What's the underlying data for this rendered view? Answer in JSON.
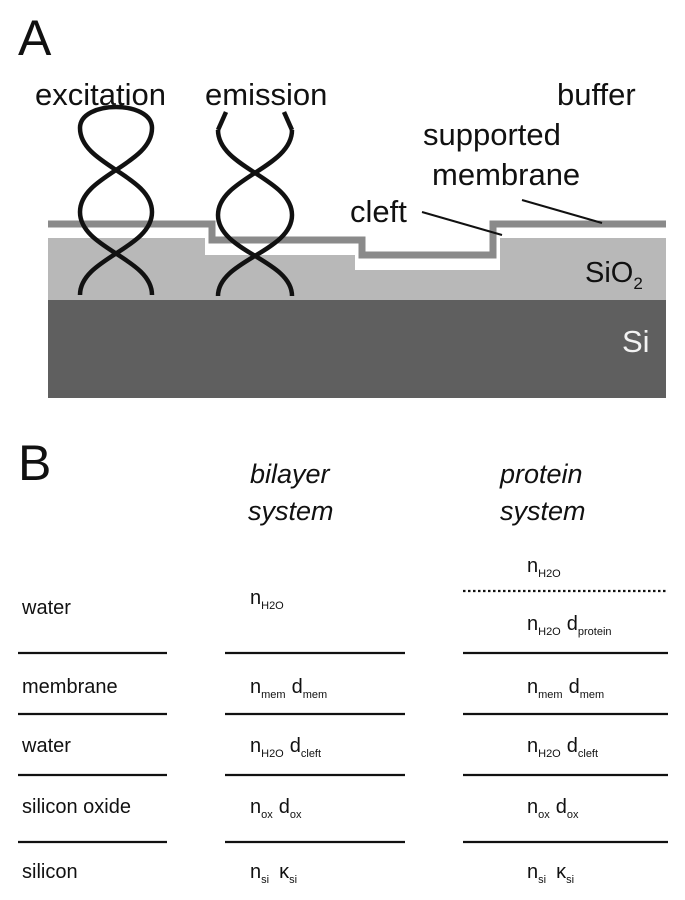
{
  "panel_a": {
    "label": "A",
    "excitation": "excitation",
    "emission": "emission",
    "buffer": "buffer",
    "supported_membrane_line1": "supported",
    "supported_membrane_line2": "membrane",
    "cleft": "cleft",
    "sio2_base": "SiO",
    "sio2_sub": "2",
    "si": "Si",
    "colors": {
      "si": "#5f5f5f",
      "sio2": "#b8b8b8",
      "membrane": "#8a8a8a",
      "cleft": "#ffffff"
    }
  },
  "panel_b": {
    "label": "B",
    "bilayer_header_line1": "bilayer",
    "bilayer_header_line2": "system",
    "protein_header_line1": "protein",
    "protein_header_line2": "system",
    "rows": {
      "water_top": "water",
      "membrane": "membrane",
      "water_cleft": "water",
      "silicon_oxide": "silicon oxide",
      "silicon": "silicon"
    },
    "bilayer": {
      "water_n": "n",
      "water_n_sub": "H2O",
      "mem_n": "n",
      "mem_n_sub": "mem",
      "mem_d": "d",
      "mem_d_sub": "mem",
      "cleft_n": "n",
      "cleft_n_sub": "H2O",
      "cleft_d": "d",
      "cleft_d_sub": "cleft",
      "ox_n": "n",
      "ox_n_sub": "ox",
      "ox_d": "d",
      "ox_d_sub": "ox",
      "si_n": "n",
      "si_n_sub": "si",
      "si_k": "κ",
      "si_k_sub": "si"
    },
    "protein": {
      "water_n": "n",
      "water_n_sub": "H2O",
      "prot_n": "n",
      "prot_n_sub": "H2O",
      "prot_d": "d",
      "prot_d_sub": "protein",
      "mem_n": "n",
      "mem_n_sub": "mem",
      "mem_d": "d",
      "mem_d_sub": "mem",
      "cleft_n": "n",
      "cleft_n_sub": "H2O",
      "cleft_d": "d",
      "cleft_d_sub": "cleft",
      "ox_n": "n",
      "ox_n_sub": "ox",
      "ox_d": "d",
      "ox_d_sub": "ox",
      "si_n": "n",
      "si_n_sub": "si",
      "si_k": "κ",
      "si_k_sub": "si"
    }
  }
}
